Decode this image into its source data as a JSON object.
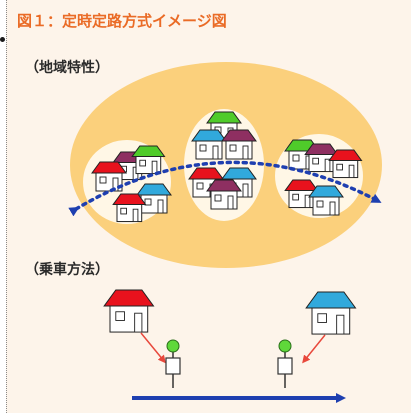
{
  "title": "図１：定時定路方式イメージ図",
  "sections": [
    {
      "label": "（地域特性）"
    },
    {
      "label": "（乗車方法）"
    }
  ],
  "colors": {
    "title": "#ea6b26",
    "area_fill": "#fbd07c",
    "cluster_fill": "#fff7e6",
    "route": "#1e3fb0",
    "arrow": "#e8483c",
    "house_red": "#e8121d",
    "house_green": "#4fcb2a",
    "house_purple": "#8e2f61",
    "house_blue": "#31a9dc",
    "stop_green": "#5fd83a"
  }
}
